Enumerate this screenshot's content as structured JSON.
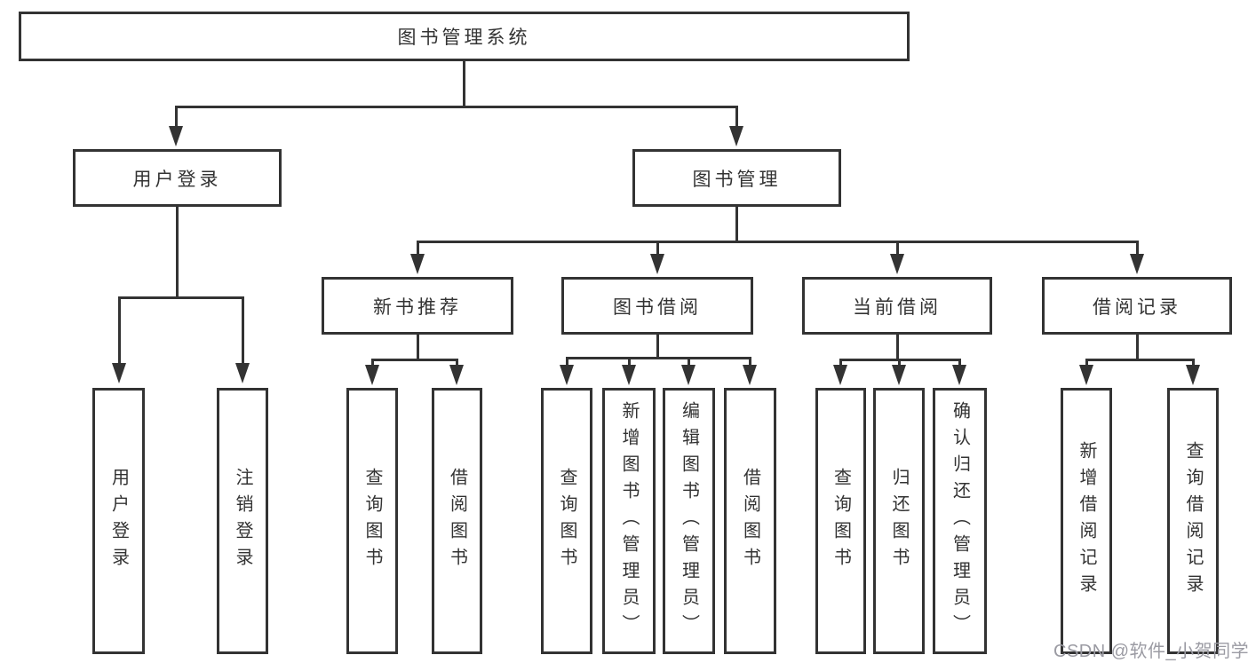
{
  "diagram": {
    "root": {
      "label": "图书管理系统"
    },
    "branches": [
      {
        "label": "用户登录",
        "children": [
          {
            "label": "用户登录"
          },
          {
            "label": "注销登录"
          }
        ]
      },
      {
        "label": "图书管理",
        "sections": [
          {
            "label": "新书推荐",
            "children": [
              {
                "label": "查询图书"
              },
              {
                "label": "借阅图书"
              }
            ]
          },
          {
            "label": "图书借阅",
            "children": [
              {
                "label": "查询图书"
              },
              {
                "label": "新增图书（管理员）"
              },
              {
                "label": "编辑图书（管理员）"
              },
              {
                "label": "借阅图书"
              }
            ]
          },
          {
            "label": "当前借阅",
            "children": [
              {
                "label": "查询图书"
              },
              {
                "label": "归还图书"
              },
              {
                "label": "确认归还（管理员）"
              }
            ]
          },
          {
            "label": "借阅记录",
            "children": [
              {
                "label": "新增借阅记录"
              },
              {
                "label": "查询借阅记录"
              }
            ]
          }
        ]
      }
    ]
  },
  "watermark": {
    "text": "CSDN @软件_小贺同学",
    "color": "#9b9ba3"
  },
  "colors": {
    "line": "#333333",
    "text": "#333333",
    "background": "#ffffff"
  }
}
